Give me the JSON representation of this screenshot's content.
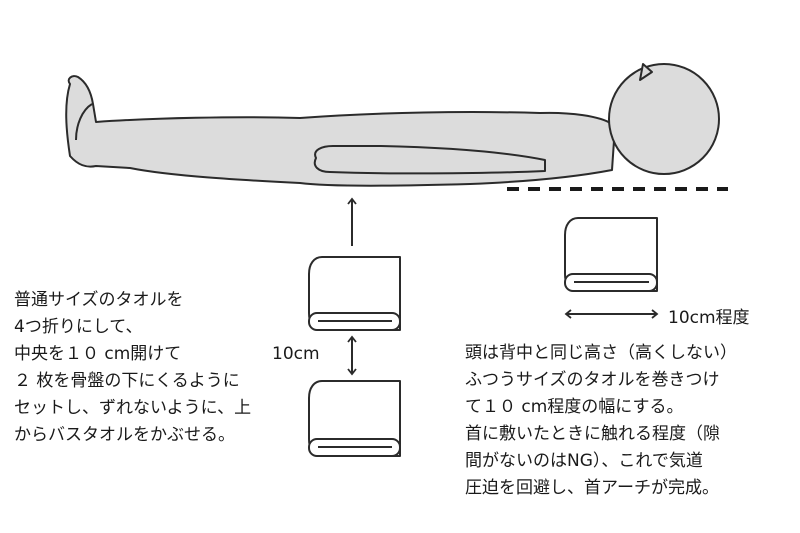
{
  "labels": {
    "gap": "10cm",
    "width": "10cm程度"
  },
  "left_text": {
    "lines": [
      "普通サイズのタオルを",
      "4つ折りにして、",
      "中央を１０ cm開けて",
      "２ 枚を骨盤の下にくるように",
      "セットし、ずれないように、上",
      "からバスタオルをかぶせる。"
    ]
  },
  "right_text": {
    "lines": [
      "頭は背中と同じ高さ（高くしない）",
      "ふつうサイズのタオルを巻きつけ",
      "て１０ cm程度の幅にする。",
      "首に敷いたときに触れる程度（隙",
      "間がないのはNG）、これで気道",
      "圧迫を回避し、首アーチが完成。"
    ]
  },
  "colors": {
    "body_fill": "#dcdcdc",
    "outline": "#2b2b2b",
    "dashed_line": "#1a1a1a"
  }
}
